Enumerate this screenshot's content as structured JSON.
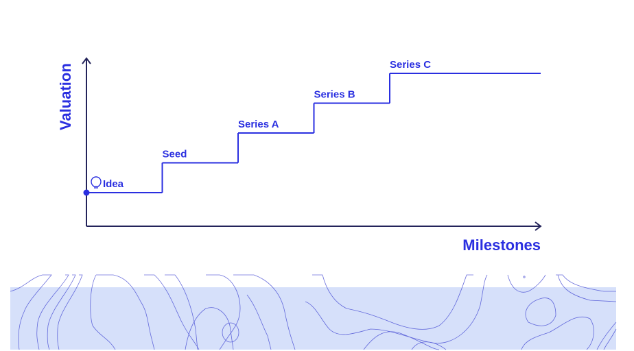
{
  "chart_data": {
    "type": "line",
    "style": "step",
    "title": "",
    "xlabel": "Milestones",
    "ylabel": "Valuation",
    "categories": [
      "Idea",
      "Seed",
      "Series A",
      "Series B",
      "Series C"
    ],
    "values": [
      1,
      2,
      3,
      4,
      5
    ],
    "ylim": [
      0,
      6
    ],
    "grid": false,
    "start_marker": "dot",
    "idea_icon": "lightbulb-icon"
  },
  "colors": {
    "line": "#2a2fe0",
    "axis": "#23235a",
    "band": "#d6e0fa",
    "contour": "#3a3fd0"
  }
}
